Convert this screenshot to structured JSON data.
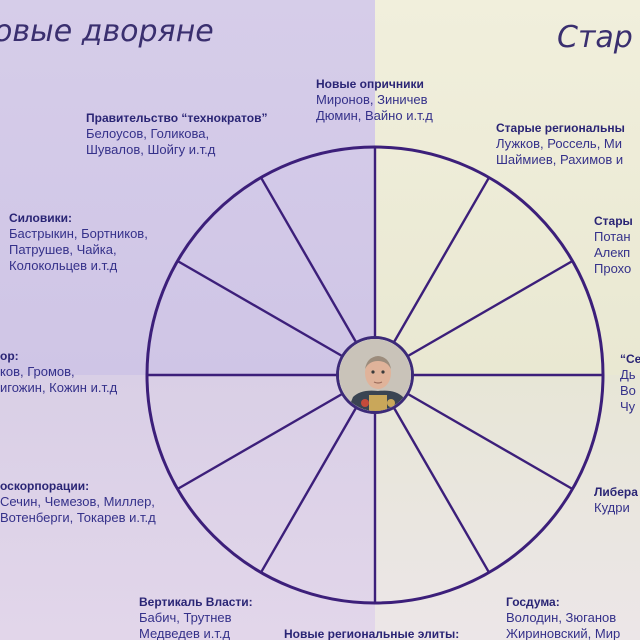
{
  "headings": {
    "left": "овые дворяне",
    "right": "Стар"
  },
  "center": {
    "portrait_icon": "portrait-icon"
  },
  "colors": {
    "wheel_stroke": "#3c1f7a",
    "left_top_bg": "#cfc5e6",
    "right_top_bg": "#efeddb",
    "text": "#2f2a7a"
  },
  "labels": [
    {
      "id": "novye-oprichniki",
      "title": "Новые опричники",
      "lines": [
        "Миронов, Зиничев",
        "Дюмин, Вайно и.т.д"
      ]
    },
    {
      "id": "pravitelstvo",
      "title": "Правительство “технократов”",
      "lines": [
        "Белоусов, Голикова,",
        "Шувалов, Шойгу и.т.д"
      ]
    },
    {
      "id": "starye-regionalnye",
      "title": "Старые региональны",
      "lines": [
        "Лужков, Россель, Ми",
        "Шаймиев, Рахимов и"
      ]
    },
    {
      "id": "siloviki",
      "title": "Силовики:",
      "lines": [
        "Бастрыкин, Бортников,",
        "Патрушев, Чайка,",
        "Колокольцев и.т.д"
      ]
    },
    {
      "id": "stary",
      "title": "Стары",
      "lines": [
        "Потан",
        "Алекп",
        "Прохо"
      ]
    },
    {
      "id": "vor",
      "title": "ор:",
      "lines": [
        "ков, Громов,",
        "игожин, Кожин и.т.д"
      ]
    },
    {
      "id": "se",
      "title": "“Се",
      "lines": [
        "Дь",
        "Во",
        "Чу"
      ]
    },
    {
      "id": "goskorporacii",
      "title": "оскорпорации:",
      "lines": [
        "Сечин, Чемезов, Миллер,",
        "Вотенберги, Токарев и.т.д"
      ]
    },
    {
      "id": "libera",
      "title": "Либера",
      "lines": [
        "Кудри"
      ]
    },
    {
      "id": "vertikal",
      "title": "Вертикаль Власти:",
      "lines": [
        "Бабич, Трутнев",
        "Медведев и.т.д"
      ]
    },
    {
      "id": "gosduma",
      "title": "Госдума:",
      "lines": [
        "Володин, Зюганов",
        "Жириновский, Мир"
      ]
    },
    {
      "id": "novye-regionalnye",
      "title": "Новые региональные элиты:",
      "lines": []
    }
  ]
}
